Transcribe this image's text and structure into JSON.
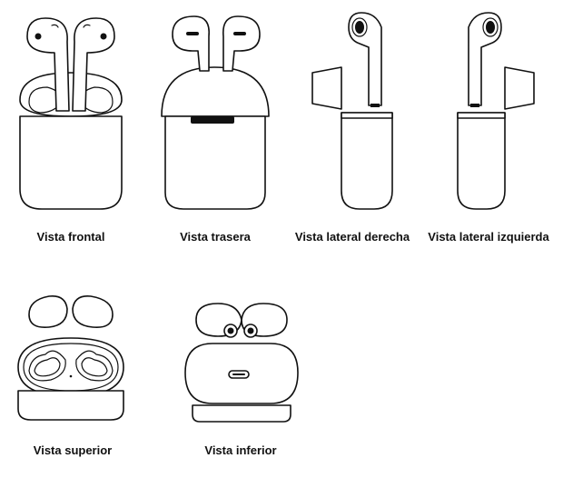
{
  "views": [
    {
      "label": "Vista frontal"
    },
    {
      "label": "Vista trasera"
    },
    {
      "label": "Vista lateral derecha"
    },
    {
      "label": "Vista lateral izquierda"
    },
    {
      "label": "Vista superior"
    },
    {
      "label": "Vista inferior"
    }
  ]
}
